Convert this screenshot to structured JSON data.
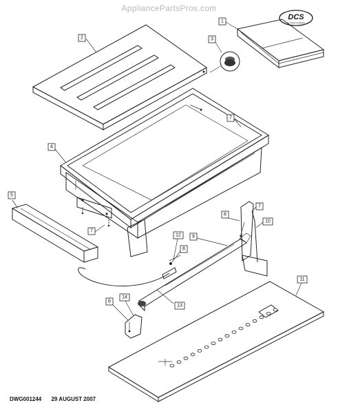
{
  "watermark": "AppliancePartsPros.com",
  "logo": {
    "text": "DCS",
    "subtext": "by Fisher & Paykel"
  },
  "footer": {
    "drawing_number": "DWG001244",
    "date": "29 AUGUST 2007"
  },
  "callouts": [
    "1",
    "2",
    "3",
    "4",
    "5",
    "6",
    "7",
    "7",
    "7",
    "8",
    "8",
    "9",
    "10",
    "11",
    "12",
    "13",
    "14"
  ]
}
